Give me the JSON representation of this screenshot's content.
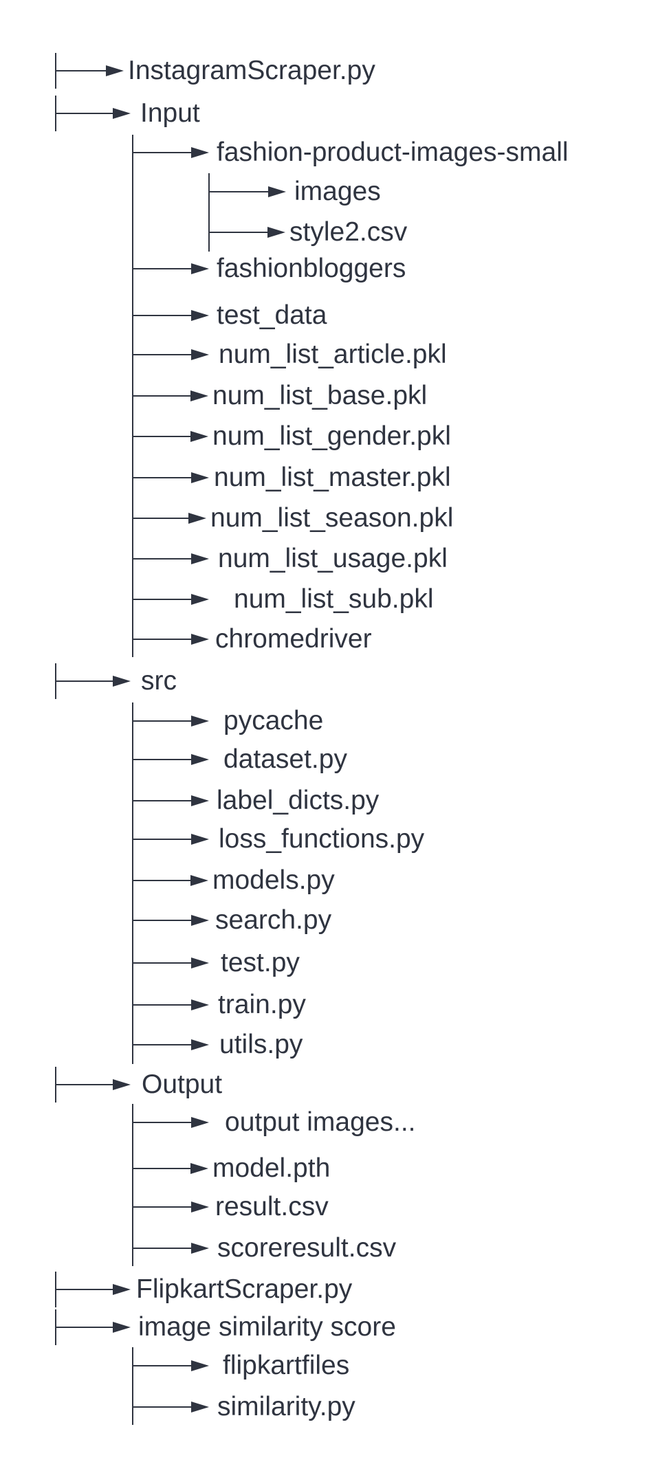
{
  "colors": {
    "line": "#2f3440",
    "text": "#2f3440",
    "background": "#ffffff"
  },
  "tree": [
    {
      "label": "InstagramScraper.py",
      "level": 0
    },
    {
      "label": "Input",
      "level": 0
    },
    {
      "label": "fashion-product-images-small",
      "level": 1
    },
    {
      "label": "images",
      "level": 2
    },
    {
      "label": "style2.csv",
      "level": 2
    },
    {
      "label": "fashionbloggers",
      "level": 1
    },
    {
      "label": "test_data",
      "level": 1
    },
    {
      "label": "num_list_article.pkl",
      "level": 1
    },
    {
      "label": "num_list_base.pkl",
      "level": 1
    },
    {
      "label": "num_list_gender.pkl",
      "level": 1
    },
    {
      "label": "num_list_master.pkl",
      "level": 1
    },
    {
      "label": "num_list_season.pkl",
      "level": 1
    },
    {
      "label": "num_list_usage.pkl",
      "level": 1
    },
    {
      "label": "num_list_sub.pkl",
      "level": 1
    },
    {
      "label": "chromedriver",
      "level": 1
    },
    {
      "label": "src",
      "level": 0
    },
    {
      "label": "pycache",
      "level": 1
    },
    {
      "label": "dataset.py",
      "level": 1
    },
    {
      "label": "label_dicts.py",
      "level": 1
    },
    {
      "label": "loss_functions.py",
      "level": 1
    },
    {
      "label": "models.py",
      "level": 1
    },
    {
      "label": "search.py",
      "level": 1
    },
    {
      "label": "test.py",
      "level": 1
    },
    {
      "label": "train.py",
      "level": 1
    },
    {
      "label": "utils.py",
      "level": 1
    },
    {
      "label": "Output",
      "level": 0
    },
    {
      "label": "output images...",
      "level": 1
    },
    {
      "label": "model.pth",
      "level": 1
    },
    {
      "label": "result.csv",
      "level": 1
    },
    {
      "label": "scoreresult.csv",
      "level": 1
    },
    {
      "label": "FlipkartScraper.py",
      "level": 0
    },
    {
      "label": "image similarity score",
      "level": 0
    },
    {
      "label": "flipkartfiles",
      "level": 1
    },
    {
      "label": "similarity.py",
      "level": 1
    }
  ]
}
